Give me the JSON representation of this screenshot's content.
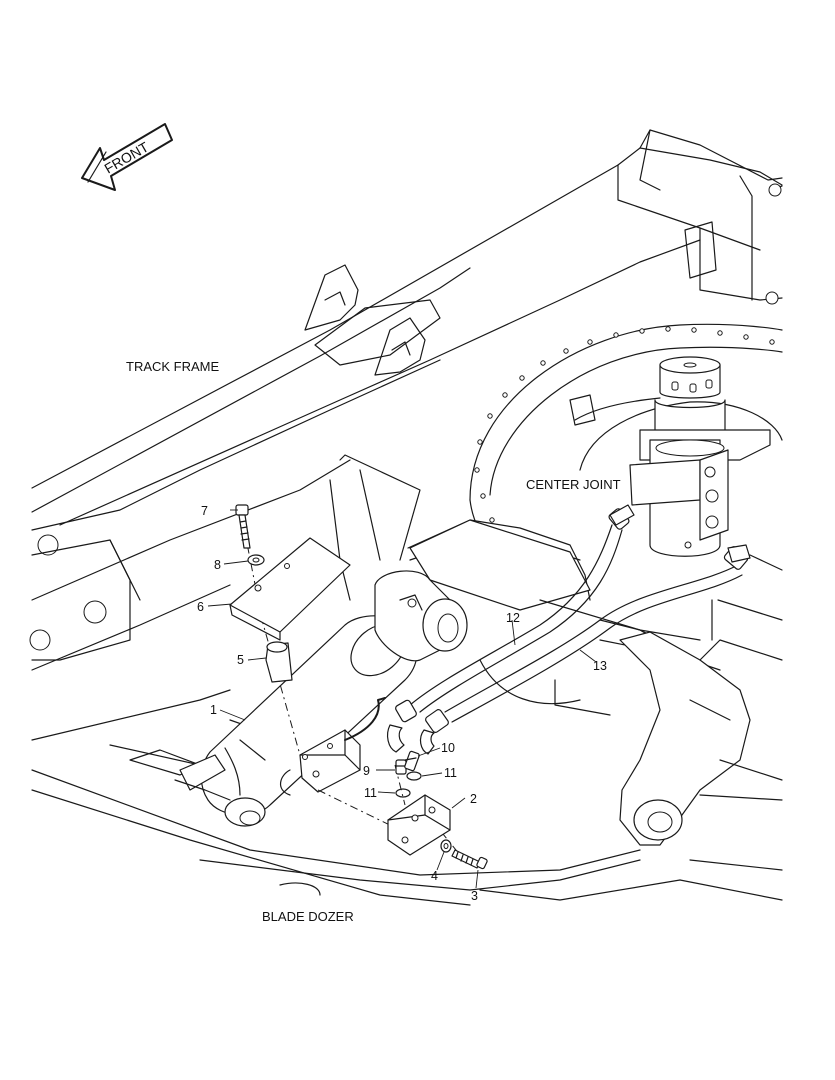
{
  "labels": {
    "front": "FRONT",
    "track_frame": "TRACK FRAME",
    "center_joint": "CENTER JOINT",
    "blade_dozer": "BLADE DOZER"
  },
  "callouts": {
    "c1": "1",
    "c2": "2",
    "c3": "3",
    "c4": "4",
    "c5": "5",
    "c6": "6",
    "c7": "7",
    "c8": "8",
    "c9": "9",
    "c10": "10",
    "c11a": "11",
    "c11b": "11",
    "c12": "12",
    "c13": "13"
  }
}
